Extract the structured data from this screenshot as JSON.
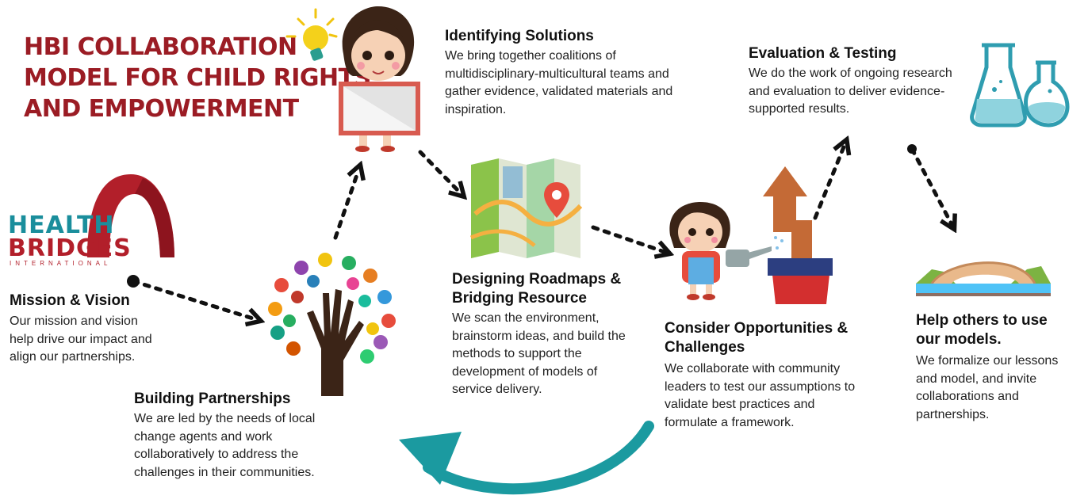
{
  "title": {
    "line1": "HBI COLLABORATION",
    "line2": "MODEL FOR CHILD RIGHTS",
    "line3": "AND EMPOWERMENT"
  },
  "logo": {
    "health": "HEALTH",
    "bridges": "BRIDGES",
    "international": "INTERNATIONAL"
  },
  "steps": {
    "mission": {
      "heading": "Mission & Vision",
      "text": "Our mission and vision help drive our impact and align our partnerships."
    },
    "partnerships": {
      "heading": "Building Partnerships",
      "text": "We are led by the needs of local change agents and work collaboratively to address the challenges in their communities."
    },
    "solutions": {
      "heading": "Identifying Solutions",
      "text": "We bring together coalitions of multidisciplinary-multicultural teams and gather evidence, validated materials and inspiration."
    },
    "roadmaps": {
      "heading": "Designing Roadmaps & Bridging Resource",
      "text": "We scan the environment, brainstorm ideas, and build the methods to support the development of models of service delivery."
    },
    "opportunities": {
      "heading": "Consider Opportunities & Challenges",
      "text": "We collaborate with community leaders to test our assumptions to validate best practices and formulate a framework."
    },
    "evaluation": {
      "heading": "Evaluation & Testing",
      "text": "We do the work of ongoing research and evaluation to deliver evidence-supported results."
    },
    "help": {
      "heading": "Help others to use our models.",
      "text": "We formalize our lessons and model, and invite collaborations and partnerships."
    }
  },
  "colors": {
    "title_red": "#9b1c24",
    "teal": "#1b9aa0",
    "arrow_dots": "#111111"
  },
  "icons": [
    "lightbulb-icon",
    "girl-with-sign-icon",
    "map-icon",
    "hands-tree-icon",
    "girl-watering-icon",
    "growth-arrow-icon",
    "flask-icon",
    "bridge-icon",
    "cycle-arrow-icon"
  ]
}
